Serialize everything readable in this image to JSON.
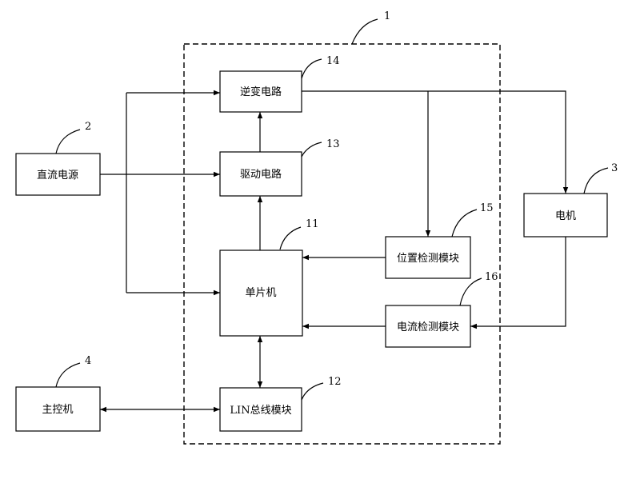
{
  "blocks": {
    "inverter": "逆变电路",
    "driver": "驱动电路",
    "mcu": "单片机",
    "lin": "LIN总线模块",
    "dc_power": "直流电源",
    "motor": "电机",
    "position": "位置检测模块",
    "current": "电流检测模块",
    "master": "主控机"
  },
  "refs": {
    "controller": "1",
    "dc_power": "2",
    "motor": "3",
    "master": "4",
    "mcu": "11",
    "lin": "12",
    "driver": "13",
    "inverter": "14",
    "position": "15",
    "current": "16"
  }
}
